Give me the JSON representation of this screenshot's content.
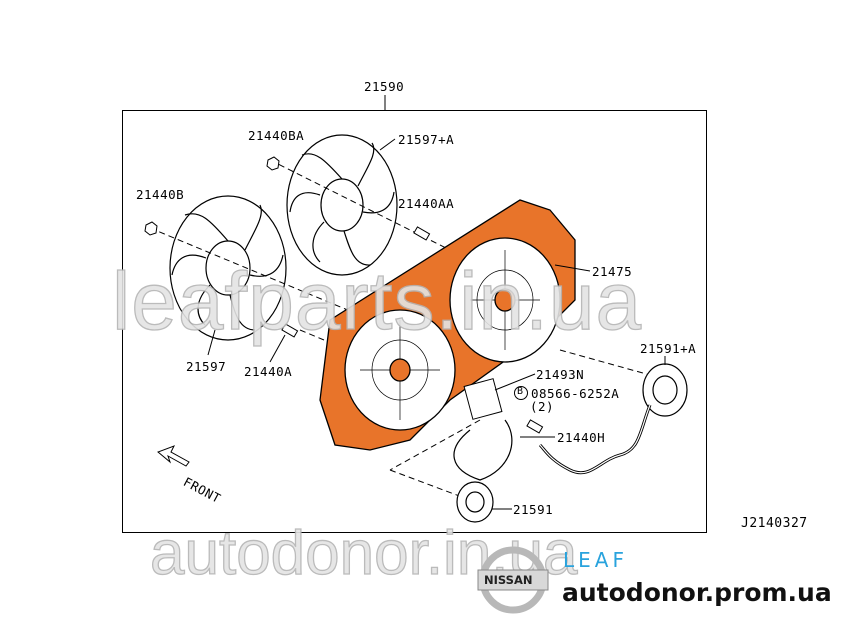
{
  "diagram": {
    "assembly_label": "21590",
    "parts": {
      "bolt_ba": "21440BA",
      "fan_a": "21597+A",
      "nut_b": "21440B",
      "bolt_aa": "21440AA",
      "shroud": "21475",
      "motor_a": "21591+A",
      "resistor": "21493N",
      "bolt_spec_marker": "B",
      "bolt_spec": "08566-6252A",
      "bolt_qty": "(2)",
      "harness": "21440H",
      "fan": "21597",
      "bolt_a": "21440A",
      "motor": "21591"
    },
    "front_label": "FRONT",
    "diagram_code": "J2140327"
  },
  "watermarks": {
    "top": "leafparts.in.ua",
    "bottom": "autodonor.in.ua"
  },
  "branding": {
    "nissan_logo": "NISSAN",
    "model": "LEAF",
    "site": "autodonor.prom.ua"
  },
  "colors": {
    "shroud": "#e8742a",
    "leaf_blue": "#29a3dd"
  }
}
